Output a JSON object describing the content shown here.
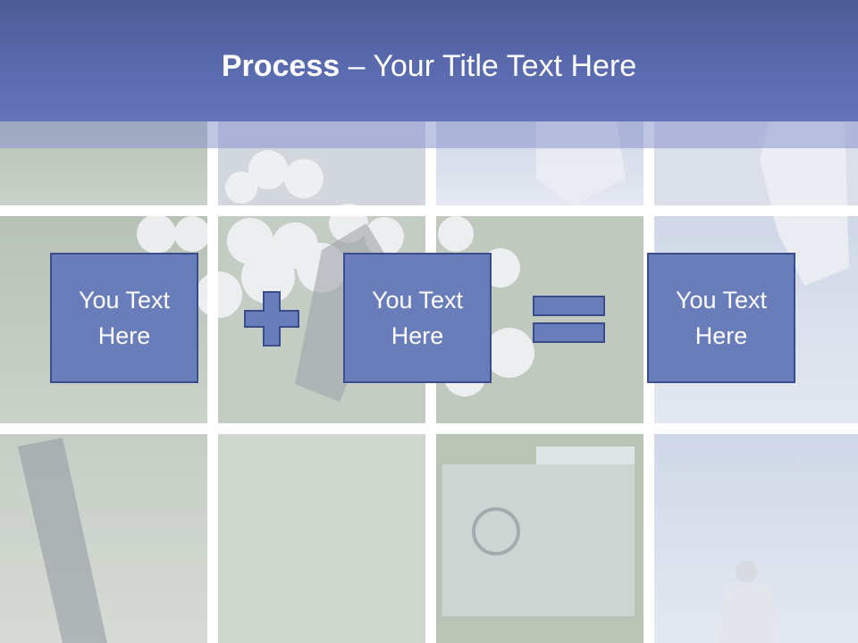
{
  "title": {
    "bold": "Process",
    "dash": " – ",
    "rest": "Your Title Text Here"
  },
  "boxes": [
    {
      "text": "You Text Here"
    },
    {
      "text": "You Text Here"
    },
    {
      "text": "You Text Here"
    }
  ],
  "operators": {
    "first": "plus",
    "second": "equals"
  },
  "colors": {
    "title_bar": "#5a6aae",
    "box_fill": "#6a7dbb",
    "box_border": "#3a4c8a",
    "tile_divider": "#ffffff"
  },
  "background": {
    "theme": "golf photo collage"
  }
}
